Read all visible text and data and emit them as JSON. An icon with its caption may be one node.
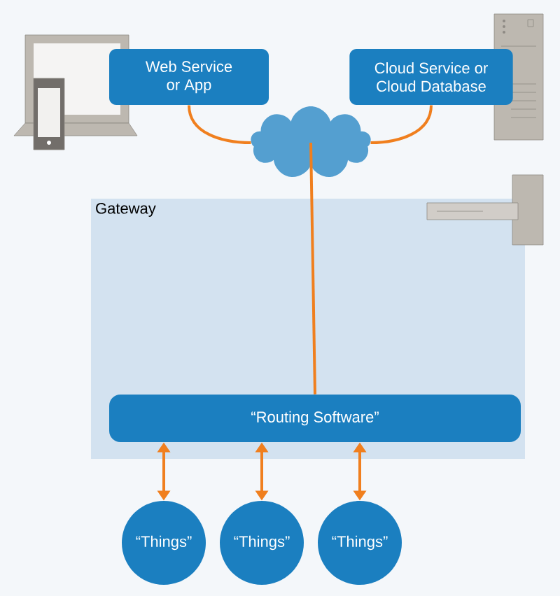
{
  "diagram": {
    "nodes": [
      {
        "text": [
          "Web Service or App"
        ]
      },
      {
        "text": [
          "Cloud Service or Cloud Database"
        ]
      },
      {
        "text": [],
        "shape": "cloud"
      },
      {
        "text": [
          "Gateway"
        ]
      },
      {
        "text": [
          "“Routing Software”"
        ],
        "in": 3
      },
      {
        "text": [
          "“Things”"
        ]
      },
      {
        "text": [
          "“Things”"
        ]
      },
      {
        "text": [
          "“Things”"
        ]
      }
    ],
    "edges": [
      {
        "from": 0,
        "to": 2,
        "arrow": "none"
      },
      {
        "from": 1,
        "to": 2,
        "arrow": "none"
      },
      {
        "from": 2,
        "to": 4,
        "arrow": "none"
      },
      {
        "from": 4,
        "to": 5,
        "arrow": "both"
      },
      {
        "from": 4,
        "to": 6,
        "arrow": "both"
      },
      {
        "from": 4,
        "to": 7,
        "arrow": "both"
      }
    ]
  }
}
